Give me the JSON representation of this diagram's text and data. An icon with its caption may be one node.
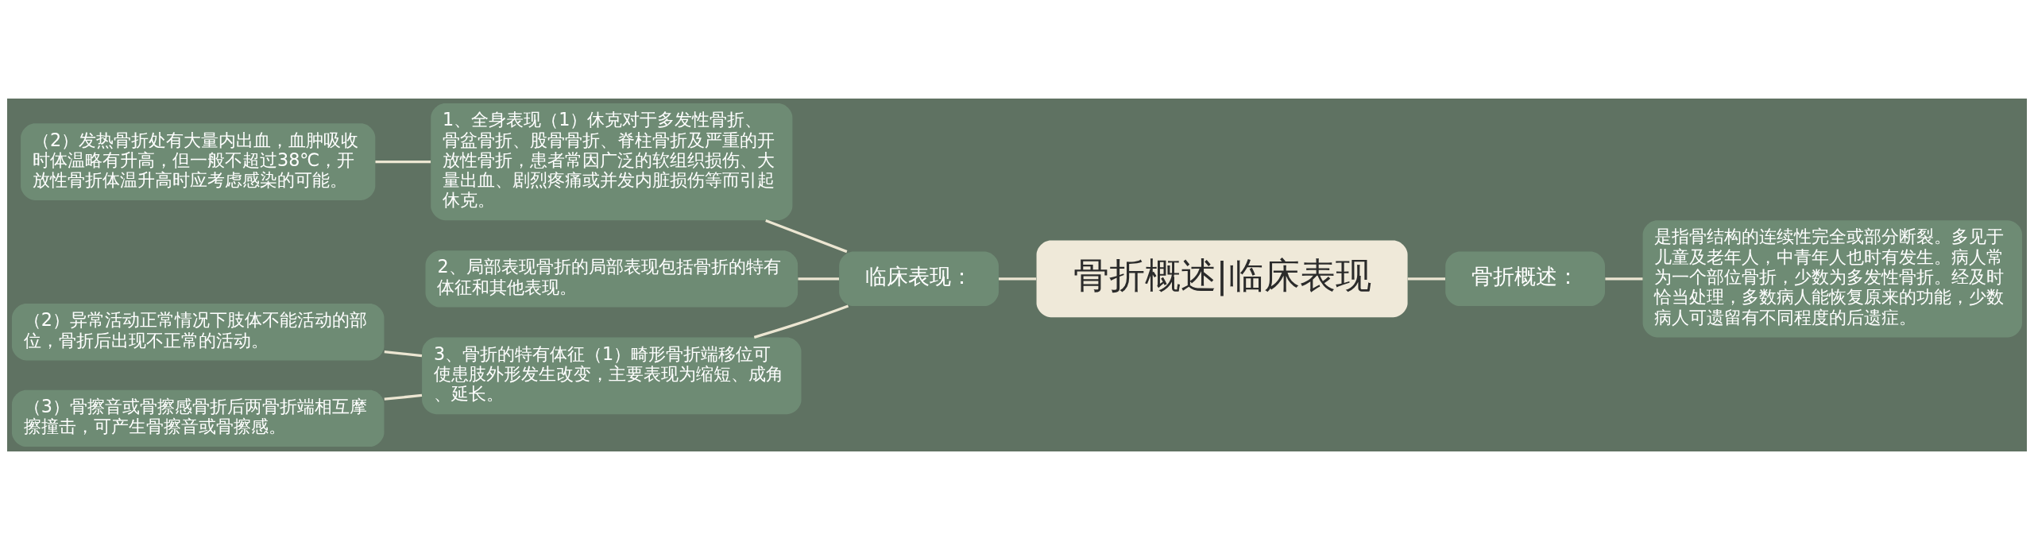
{
  "diagram": {
    "nodes": [
      {
        "text": [
          "骨折概述|临床表现"
        ]
      },
      {
        "text": [
          "临床表现："
        ]
      },
      {
        "text": [
          "1、全身表现（1）休克对于多发性骨折、骨盆骨折、股骨骨折、脊柱骨折及严重的开放性骨折，患者常因广泛的软组织损伤、大量出血、剧烈疼痛或并发内脏损伤等而引起休克。"
        ]
      },
      {
        "text": [
          "（2）发热骨折处有大量内出血，血肿吸收时体温略有升高，但一般不超过38℃，开放性骨折体温升高时应考虑感染的可能。"
        ]
      },
      {
        "text": [
          "2、局部表现骨折的局部表现包括骨折的特有体征和其他表现。"
        ]
      },
      {
        "text": [
          "3、骨折的特有体征（1）畸形骨折端移位可使患肢外形发生改变，主要表现为缩短、成角、延长。"
        ]
      },
      {
        "text": [
          "（2）异常活动正常情况下肢体不能活动的部位，骨折后出现不正常的活动。"
        ]
      },
      {
        "text": [
          "（3）骨擦音或骨擦感骨折后两骨折端相互摩擦撞击，可产生骨擦音或骨擦感。"
        ]
      },
      {
        "text": [
          "骨折概述："
        ]
      },
      {
        "text": [
          "是指骨结构的连续性完全或部分断裂。多见于儿童及老年人，中青年人也时有发生。病人常为一个部位骨折，少数为多发性骨折。经及时恰当处理，多数病人能恢复原来的功能，少数病人可遗留有不同程度的后遗症。"
        ]
      }
    ],
    "edges": [
      {
        "from": 0,
        "to": 1,
        "arrow": "none"
      },
      {
        "from": 1,
        "to": 2,
        "arrow": "none"
      },
      {
        "from": 2,
        "to": 3,
        "arrow": "none"
      },
      {
        "from": 1,
        "to": 4,
        "arrow": "none"
      },
      {
        "from": 1,
        "to": 5,
        "arrow": "none"
      },
      {
        "from": 5,
        "to": 6,
        "arrow": "none"
      },
      {
        "from": 5,
        "to": 7,
        "arrow": "none"
      },
      {
        "from": 0,
        "to": 8,
        "arrow": "none"
      },
      {
        "from": 8,
        "to": 9,
        "arrow": "none"
      }
    ]
  }
}
